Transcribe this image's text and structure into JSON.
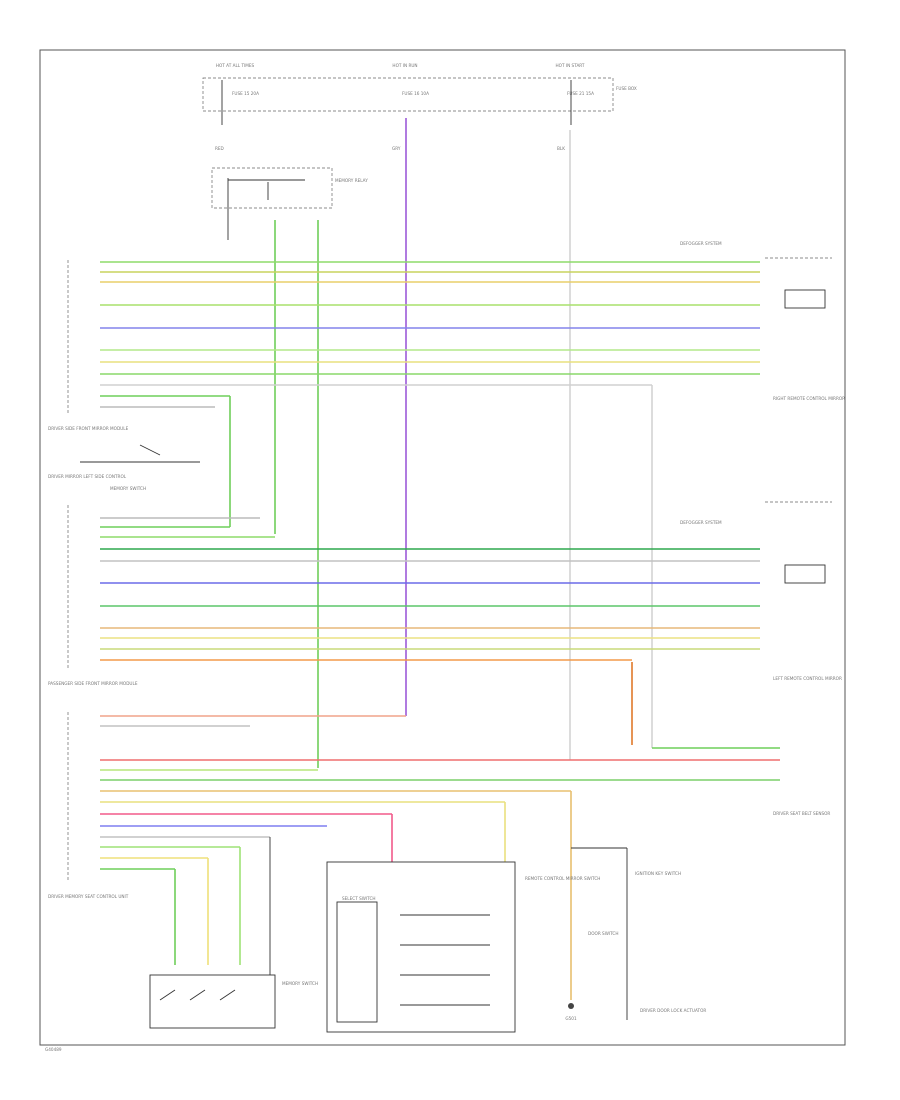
{
  "diagram": {
    "code_label": "G40489",
    "fuse_panel": {
      "fuse_titles": [
        "HOT AT ALL TIMES",
        "HOT IN RUN",
        "HOT IN START"
      ],
      "fuses": [
        "FUSE 15 20A",
        "FUSE 16 10A",
        "FUSE 21 15A"
      ],
      "name": "FUSE BOX",
      "grounds": [
        "RED",
        "GRY",
        "BLK"
      ]
    },
    "relay_label": "MEMORY RELAY",
    "module_labels": {
      "driver_top": "DRIVER SIDE FRONT MIRROR MODULE",
      "passenger": "PASSENGER SIDE FRONT MIRROR MODULE",
      "driver_bottom": "DRIVER MEMORY SEAT CONTROL UNIT",
      "memory_ctrl": "MEMORY SWITCH",
      "left_note": "DRIVER MIRROR LEFT SIDE CONTROL"
    },
    "right_labels": {
      "mirror_top": "RIGHT REMOTE CONTROL MIRROR",
      "mirror_mid": "LEFT REMOTE CONTROL MIRROR",
      "seat_sensor": "DRIVER SEAT BELT SENSOR",
      "defogger_top": "DEFOGGER SYSTEM",
      "defogger_mid": "DEFOGGER SYSTEM"
    },
    "bottom_labels": {
      "memory_switch": "MEMORY SWITCH",
      "mirror_switch": "REMOTE CONTROL MIRROR SWITCH",
      "select_switch": "SELECT SWITCH",
      "ground_point": "G501",
      "door_switch": "DOOR SWITCH",
      "ignition_key": "IGNITION KEY SWITCH",
      "unlock_ctrl": "DRIVER DOOR LOCK ACTUATOR"
    },
    "wire_colors": [
      "#2fa84f",
      "#2fa84f",
      "#1f8a3c",
      "#b8b832",
      "#2fa84f",
      "#4a4ad0",
      "#2fa84f",
      "#c8c830",
      "#2fa84f",
      "#2fa84f",
      "#2fa84f",
      "#4a4ad0",
      "#2fa84f",
      "#c8c830",
      "#e8a060",
      "#e07a2a",
      "#e06060",
      "#e04040",
      "#c8c830",
      "#d0a020",
      "#e04080",
      "#5050d0",
      "#2fa84f"
    ]
  }
}
